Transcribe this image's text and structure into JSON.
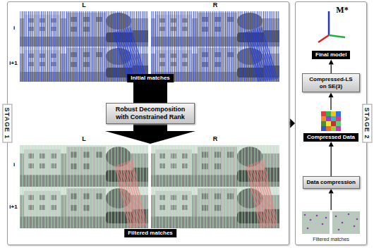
{
  "diagram": {
    "nodes": [
      {
        "text": [
          "STAGE 1"
        ]
      },
      {
        "text": [
          "Initial matches"
        ],
        "in": 0
      },
      {
        "text": [
          "Robust Decomposition with Constrained Rank"
        ],
        "in": 0
      },
      {
        "text": [
          "Filtered matches"
        ],
        "in": 0
      },
      {
        "text": [
          "STAGE 2"
        ]
      },
      {
        "text": [
          "Filtered matches"
        ],
        "in": 4
      },
      {
        "text": [
          "Data compression"
        ],
        "in": 4
      },
      {
        "text": [
          "Compressed Data"
        ],
        "in": 4
      },
      {
        "text": [
          "Compressed-LS on SE(3)"
        ],
        "in": 4
      },
      {
        "text": [
          "Final model"
        ],
        "in": 4
      }
    ],
    "edges": [
      {
        "from": 1,
        "to": 2,
        "arrow": "none"
      },
      {
        "from": 2,
        "to": 3,
        "arrow": "to"
      },
      {
        "from": 0,
        "to": 4,
        "arrow": "to"
      },
      {
        "from": 5,
        "to": 6,
        "arrow": "to"
      },
      {
        "from": 6,
        "to": 7,
        "arrow": "to"
      },
      {
        "from": 7,
        "to": 8,
        "arrow": "to"
      },
      {
        "from": 8,
        "to": 9,
        "arrow": "to"
      }
    ],
    "labels": [
      "L",
      "R",
      "i",
      "i+1",
      "L",
      "R",
      "i",
      "i+1",
      "M*"
    ]
  }
}
